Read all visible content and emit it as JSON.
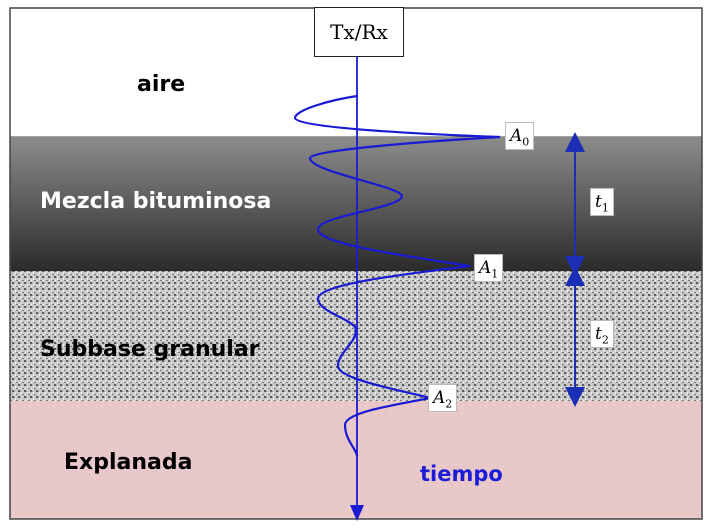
{
  "transceiver": "Tx/Rx",
  "layers": {
    "air": "aire",
    "asphalt": "Mezcla bituminosa",
    "subbase": "Subbase granular",
    "subgrade": "Explanada"
  },
  "amplitudes": {
    "a0": {
      "symbol": "A",
      "index": "0"
    },
    "a1": {
      "symbol": "A",
      "index": "1"
    },
    "a2": {
      "symbol": "A",
      "index": "2"
    }
  },
  "times": {
    "t1": {
      "symbol": "t",
      "index": "1"
    },
    "t2": {
      "symbol": "t",
      "index": "2"
    }
  },
  "time_axis": "tiempo",
  "colors": {
    "wave": "#1a1ad4",
    "arrow": "#1a2fb5",
    "asphalt_top": "#8a8a8a",
    "asphalt_bottom": "#2a2a2a",
    "subgrade": "#e9c9c9"
  }
}
